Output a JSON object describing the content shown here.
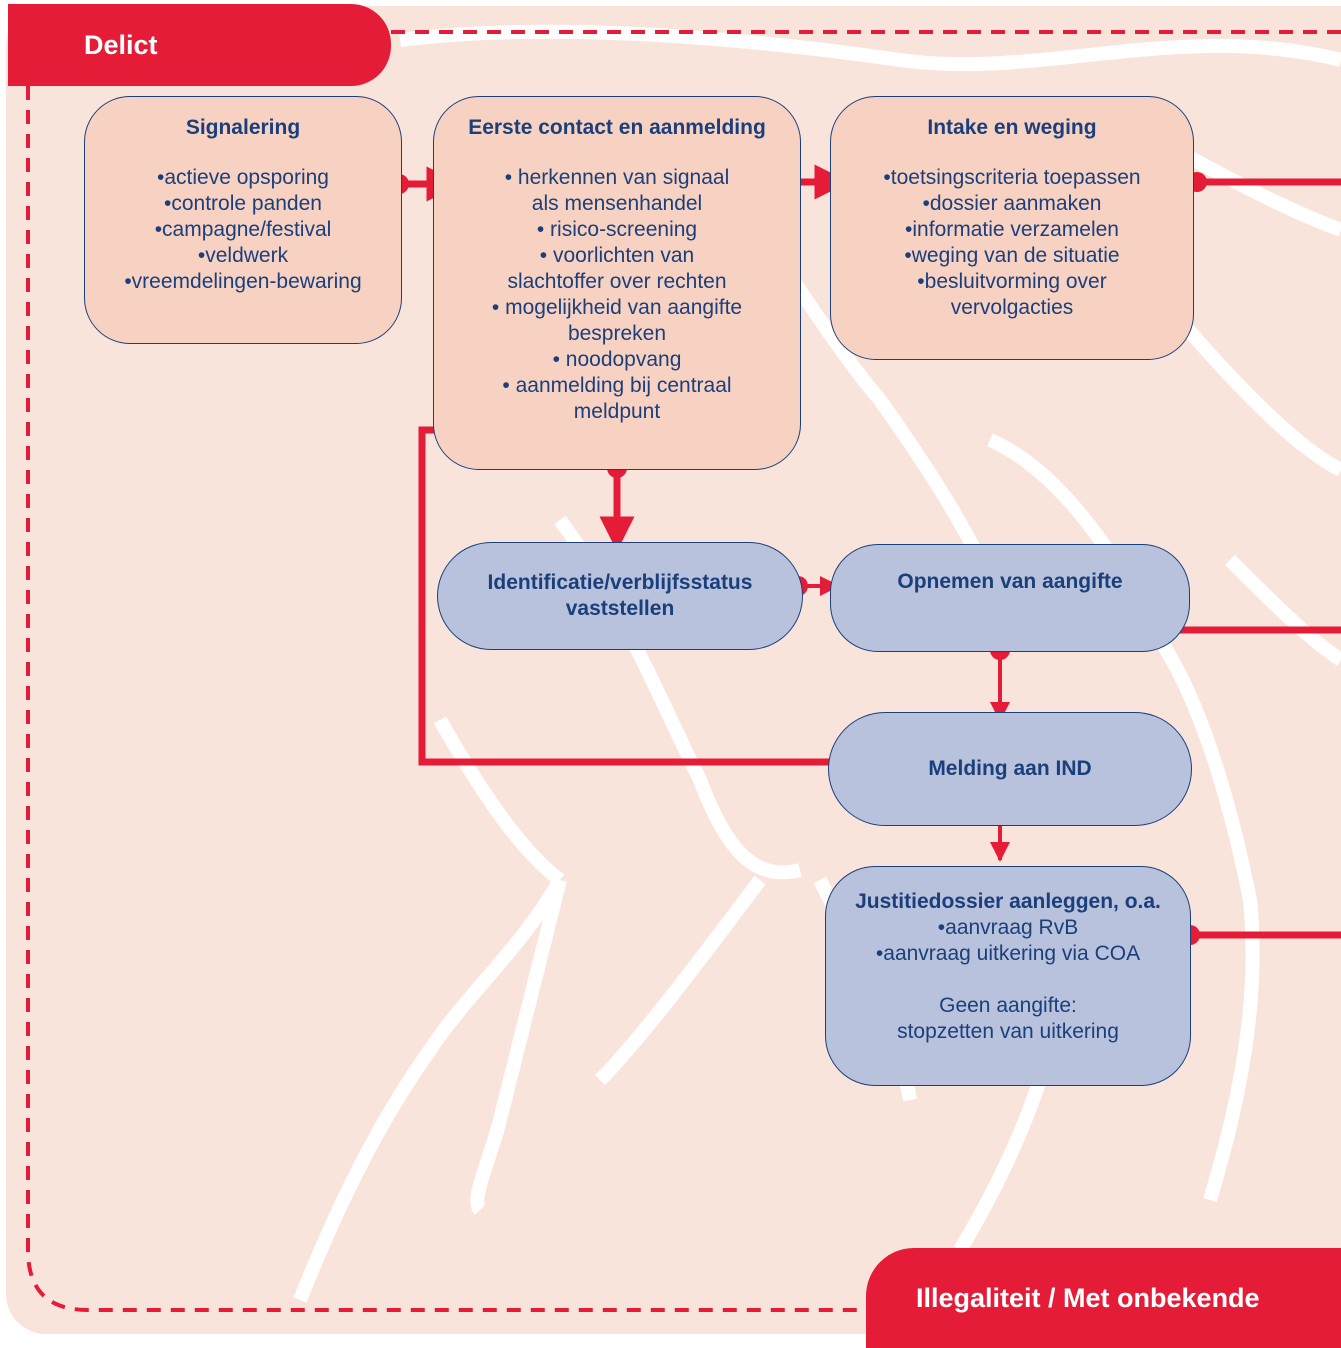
{
  "colors": {
    "background": "#f9e4dc",
    "accent_red": "#e51c38",
    "node_peach": "#f7d2c3",
    "node_blue": "#b8c2dc",
    "text_navy": "#1b3f7a"
  },
  "tags": {
    "delict": "Delict",
    "illegaliteit": "Illegaliteit / Met onbekende"
  },
  "nodes": {
    "signalering": {
      "title": "Signalering",
      "items": [
        "•actieve opsporing",
        "•controle panden",
        "•campagne/festival",
        "•veldwerk",
        "•vreemdelingen-bewaring"
      ]
    },
    "eerste_contact": {
      "title": "Eerste contact en aanmelding",
      "items": [
        "• herkennen van signaal\nals mensenhandel",
        "• risico-screening",
        "• voorlichten van\nslachtoffer  over rechten",
        "• mogelijkheid van aangifte\nbespreken",
        "• noodopvang",
        "• aanmelding bij centraal\nmeldpunt"
      ]
    },
    "intake": {
      "title": "Intake en weging",
      "items": [
        "•toetsingscriteria toepassen",
        "•dossier aanmaken",
        "•informatie verzamelen",
        "•weging van de situatie",
        "•besluitvorming over\nvervolgacties"
      ]
    },
    "identificatie": {
      "title": "Identificatie/verblijfsstatus vaststellen"
    },
    "aangifte": {
      "title": "Opnemen van aangifte"
    },
    "melding_ind": {
      "title": "Melding aan IND"
    },
    "justitiedossier": {
      "title": "Justitiedossier aanleggen, o.a.",
      "items": [
        "•aanvraag RvB",
        "•aanvraag uitkering via COA"
      ],
      "note": "Geen aangifte:\nstopzetten van uitkering"
    }
  }
}
